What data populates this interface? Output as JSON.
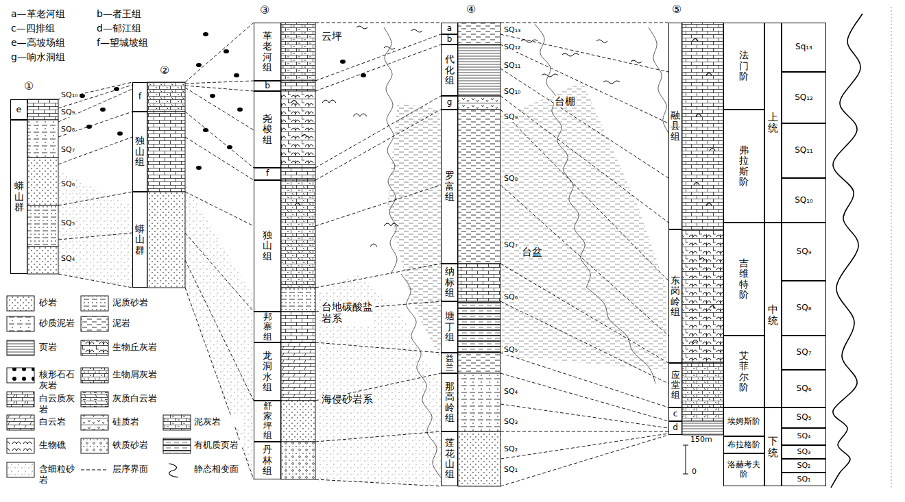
{
  "diagram": {
    "nodes": [
      {
        "text": [
          "e"
        ]
      },
      {
        "text": [
          "蟒山群"
        ]
      },
      {
        "text": [
          "f"
        ]
      },
      {
        "text": [
          "独山组"
        ]
      },
      {
        "text": [
          "蟒山群"
        ]
      },
      {
        "text": [
          "革老河组"
        ]
      },
      {
        "text": [
          "b"
        ]
      },
      {
        "text": [
          "尧梭组"
        ]
      },
      {
        "text": [
          "f"
        ]
      },
      {
        "text": [
          "独山组"
        ]
      },
      {
        "text": [
          "邦寨组"
        ]
      },
      {
        "text": [
          "龙洞水组"
        ]
      },
      {
        "text": [
          "舒家坪组"
        ]
      },
      {
        "text": [
          "丹林组"
        ]
      },
      {
        "text": [
          "a"
        ]
      },
      {
        "text": [
          "b"
        ]
      },
      {
        "text": [
          "代化组"
        ]
      },
      {
        "text": [
          "g"
        ]
      },
      {
        "text": [
          "罗富组"
        ]
      },
      {
        "text": [
          "纳标组"
        ]
      },
      {
        "text": [
          "塘丁组"
        ]
      },
      {
        "text": [
          "益兰"
        ]
      },
      {
        "text": [
          "那高岭组"
        ]
      },
      {
        "text": [
          "莲花山组"
        ]
      },
      {
        "text": [
          "融县组"
        ]
      },
      {
        "text": [
          "东岗岭组"
        ]
      },
      {
        "text": [
          "应堂组"
        ]
      },
      {
        "text": [
          "c"
        ]
      },
      {
        "text": [
          "d"
        ]
      },
      {
        "text": [
          "法门阶"
        ]
      },
      {
        "text": [
          "弗拉斯阶"
        ]
      },
      {
        "text": [
          "吉维特阶"
        ]
      },
      {
        "text": [
          "艾菲尔阶"
        ]
      },
      {
        "text": [
          "埃姆斯阶"
        ]
      },
      {
        "text": [
          "布拉格阶"
        ]
      },
      {
        "text": [
          "洛赫考夫阶"
        ]
      },
      {
        "text": [
          "上统"
        ]
      },
      {
        "text": [
          "中统"
        ]
      },
      {
        "text": [
          "下统"
        ]
      },
      {
        "text": [
          "Sq₁₃"
        ]
      },
      {
        "text": [
          "SQ₁₂"
        ]
      },
      {
        "text": [
          "SQ₁₁"
        ]
      },
      {
        "text": [
          "SQ₁₀"
        ]
      },
      {
        "text": [
          "SQ₉"
        ]
      },
      {
        "text": [
          "SQ₈"
        ]
      },
      {
        "text": [
          "SQ₇"
        ]
      },
      {
        "text": [
          "SQ₆"
        ]
      },
      {
        "text": [
          "SQ₅"
        ]
      },
      {
        "text": [
          "SQ₄"
        ]
      },
      {
        "text": [
          "SQ₃"
        ]
      },
      {
        "text": [
          "SQ₂"
        ]
      },
      {
        "text": [
          "SQ₁"
        ]
      }
    ],
    "labels": [
      "a—革老河组",
      "b—者王组",
      "c—四排组",
      "d—郁江组",
      "e—高坡场组",
      "f—望城坡组",
      "g—响水洞组",
      "①",
      "②",
      "③",
      "④",
      "⑤",
      "SQ₁₀",
      "SQ₉",
      "SQ₈",
      "SQ₇",
      "SQ₆",
      "SQ₅",
      "SQ₄",
      "SQ₁₃",
      "SQ₁₂",
      "SQ₁₁",
      "SQ₁₀",
      "SQ₉",
      "SQ₈",
      "SQ₇",
      "SQ₆",
      "SQ₅",
      "SQ₄",
      "SQ₃",
      "SQ₂",
      "SQ₁",
      "云坪",
      "台棚",
      "台盆",
      "台地碳酸盐岩系",
      "海侵砂岩系",
      "150m",
      "0"
    ],
    "legend": [
      {
        "text": "砂岩"
      },
      {
        "text": "泥质砂岩"
      },
      {
        "text": "砂质泥岩"
      },
      {
        "text": "泥岩"
      },
      {
        "text": "页岩"
      },
      {
        "text": "生物丘灰岩"
      },
      {
        "text": "核形石石灰岩"
      },
      {
        "text": "生物屑灰岩"
      },
      {
        "text": "白云质灰岩"
      },
      {
        "text": "灰质白云岩"
      },
      {
        "text": "白云岩"
      },
      {
        "text": "硅质岩"
      },
      {
        "text": "泥灰岩"
      },
      {
        "text": "生物礁"
      },
      {
        "text": "铁质砂岩"
      },
      {
        "text": "有机质页岩"
      },
      {
        "text": "含细粒砂岩"
      },
      {
        "text": "层序界面"
      },
      {
        "text": "静态相变面"
      }
    ]
  }
}
